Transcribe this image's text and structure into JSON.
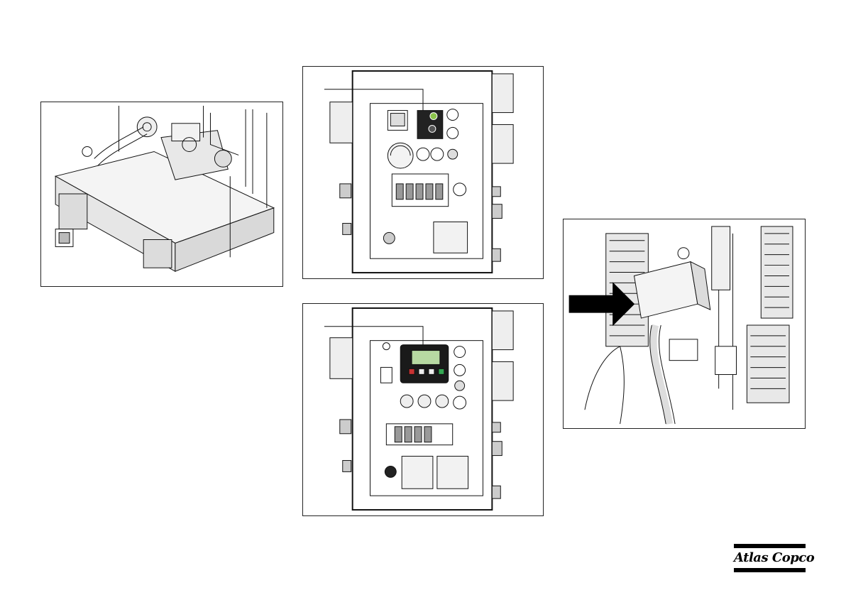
{
  "logo": {
    "brand": "Atlas Copco"
  },
  "colors": {
    "line": "#111111",
    "fill_light": "#e8e8e8",
    "fill_mid": "#bdbdbd",
    "display_green": "#b7d9a2",
    "red_button": "#c83232",
    "green_button": "#34a853"
  },
  "figures": [
    {
      "name": "machine-overview",
      "icon": "engine-compartment-illustration"
    },
    {
      "name": "control-panel-analog",
      "icon": "control-panel-illustration"
    },
    {
      "name": "control-panel-digital",
      "icon": "control-panel-illustration"
    },
    {
      "name": "rear-assembly-detail",
      "icon": "arrow-pointer-illustration"
    }
  ]
}
